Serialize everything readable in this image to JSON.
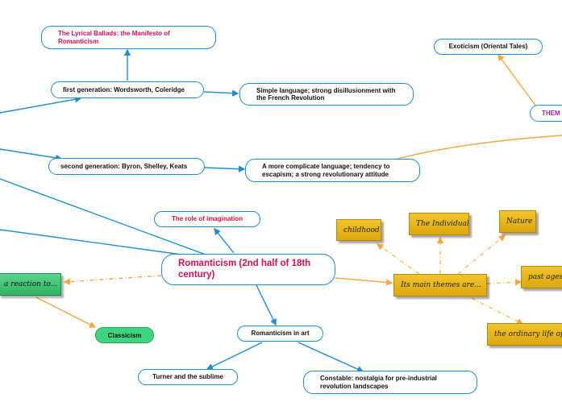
{
  "center": "Romanticism (2nd half of 18th century)",
  "lyrical_ballads": "The Lyrical Ballads: the Manifesto of Romanticism",
  "first_generation": "first generation: Wordsworth, Coleridge",
  "simple_language": "Simple language; strong disillusionment with the French Revolution",
  "second_generation": "second generation: Byron, Shelley, Keats",
  "complicate_language": "A more complicate language; tendency to escapism; a strong revolutionary attitude",
  "exoticism": "Exoticism (Oriental Tales)",
  "themes_cut": "THEM",
  "imagination": "The role of imagination",
  "reaction": "a reaction to...",
  "classicism": "Classicism",
  "art": "Romanticism in art",
  "turner": "Turner and the sublime",
  "constable": "Constable: nostalgia for pre-industrial revolution landscapes",
  "main_themes": "Its main themes are...",
  "childhood": "childhood",
  "individual": "The Individual",
  "nature": "Nature",
  "past_ages": "past ages",
  "ordinary_life": "the ordinary life of",
  "colors": {
    "blue_link": "#1d8fcf",
    "orange_link": "#f5a742",
    "accent": "#d0105a",
    "sticky": "#e8b71a",
    "green": "#3fd47e"
  }
}
